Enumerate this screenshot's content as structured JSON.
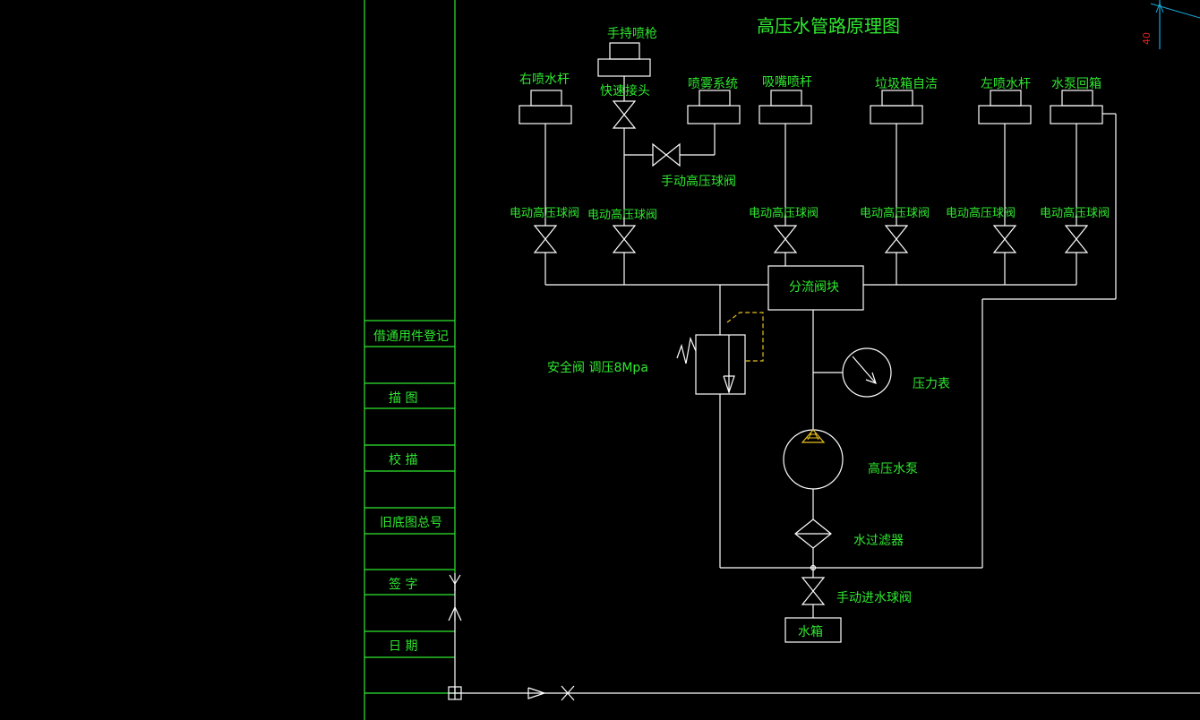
{
  "diagram": {
    "title": "高压水管路原理图",
    "corner_dim": "40",
    "outlets": [
      {
        "id": "right_spray_bar",
        "label": "右喷水杆"
      },
      {
        "id": "hand_gun",
        "label": "手持喷枪"
      },
      {
        "id": "mist_system",
        "label": "喷雾系统"
      },
      {
        "id": "suction_nozzle_bar",
        "label": "吸嘴喷杆"
      },
      {
        "id": "bin_self_clean",
        "label": "垃圾箱自洁"
      },
      {
        "id": "left_spray_bar",
        "label": "左喷水杆"
      },
      {
        "id": "pump_return",
        "label": "水泵回箱"
      }
    ],
    "quick_connector": "快速接头",
    "manual_ball_valve": "手动高压球阀",
    "electric_valves": [
      "电动高压球阀",
      "电动高压球阀",
      "电动高压球阀",
      "电动高压球阀",
      "电动高压球阀",
      "电动高压球阀"
    ],
    "manifold": "分流阀块",
    "safety_valve": "安全阀  调压8Mpa",
    "pressure_gauge": "压力表",
    "pump": "高压水泵",
    "filter": "水过滤器",
    "inlet_valve": "手动进水球阀",
    "tank": "水箱"
  },
  "sidebar": {
    "cells": [
      "借通用件登记",
      "描  图",
      "校  描",
      "旧底图总号",
      "签  字",
      "日  期"
    ]
  },
  "colors": {
    "background": "#000000",
    "line": "#ffffff",
    "text": "#2fe82f",
    "accent_yellow": "#e8c020",
    "corner_blue": "#18a8d8",
    "corner_red": "#e02020"
  }
}
